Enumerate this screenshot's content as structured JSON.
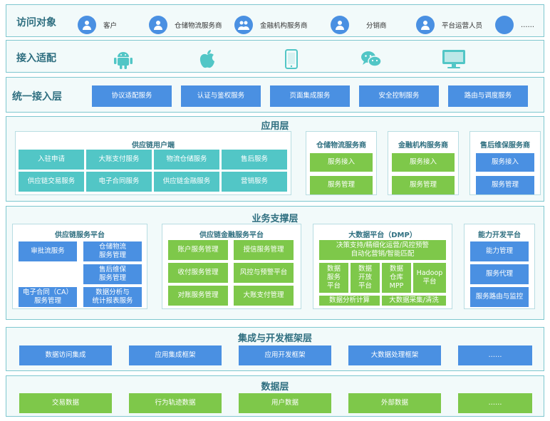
{
  "visitors": {
    "title": "访问对象",
    "items": [
      {
        "label": "客户"
      },
      {
        "label": "仓储物流服务商"
      },
      {
        "label": "金融机构服务商"
      },
      {
        "label": "分销商"
      },
      {
        "label": "平台运营人员"
      },
      {
        "label": "……"
      }
    ]
  },
  "access": {
    "title": "接入适配",
    "devices": [
      "android-icon",
      "apple-icon",
      "mobile-phone-icon",
      "wechat-icon",
      "desktop-monitor-icon"
    ]
  },
  "unified": {
    "title": "统一接入层",
    "items": [
      "协议适配服务",
      "认证与鉴权服务",
      "页面集成服务",
      "安全控制服务",
      "路由与调度服务"
    ]
  },
  "app_layer": {
    "title": "应用层",
    "supply_portal": {
      "title": "供应链用户端",
      "items": [
        "入驻申请",
        "大账支付服务",
        "物流仓储服务",
        "售后服务",
        "供应链交易服务",
        "电子合同服务",
        "供应链金融服务",
        "营销服务"
      ]
    },
    "warehouse": {
      "title": "仓储物流服务商",
      "items": [
        "服务接入",
        "服务管理"
      ]
    },
    "finance": {
      "title": "金融机构服务商",
      "items": [
        "服务接入",
        "服务管理"
      ]
    },
    "aftersale": {
      "title": "售后维保服务商",
      "items": [
        "服务接入",
        "服务管理"
      ]
    }
  },
  "business_layer": {
    "title": "业务支撑层",
    "supply_platform": {
      "title": "供应链服务平台",
      "items": [
        "审批流服务",
        "仓储物流\n服务管理",
        "售后维保\n服务管理",
        "电子合同（CA）\n服务管理",
        "数据分析与\n统计报表服务"
      ]
    },
    "finance_platform": {
      "title": "供应链金融服务平台",
      "items": [
        "账户服务管理",
        "授信服务管理",
        "收付服务管理",
        "风控与预警平台",
        "对账服务管理",
        "大账支付管理"
      ]
    },
    "dmp": {
      "title": "大数据平台（DMP）",
      "top": "决策支持/精细化运营/风控预警\n自动化营销/智能匹配",
      "cells": [
        "数据\n服务\n平台",
        "数据\n开放\n平台",
        "数据\n仓库\nMPP",
        "Hadoop\n平台"
      ],
      "bottom": [
        "数据分析计算",
        "大数据采集/清洗"
      ]
    },
    "capability": {
      "title": "能力开发平台",
      "items": [
        "能力管理",
        "服务代理",
        "服务路由与监控"
      ]
    }
  },
  "integration_layer": {
    "title": "集成与开发框架层",
    "items": [
      "数据访问集成",
      "应用集成框架",
      "应用开发框架",
      "大数据处理框架",
      "……"
    ]
  },
  "data_layer": {
    "title": "数据层",
    "items": [
      "交易数据",
      "行为轨迹数据",
      "用户数据",
      "外部数据",
      "……"
    ]
  },
  "colors": {
    "blue": "#4a90e2",
    "teal": "#52c6c6",
    "green": "#7ec84a",
    "border": "#7fc7cf"
  }
}
